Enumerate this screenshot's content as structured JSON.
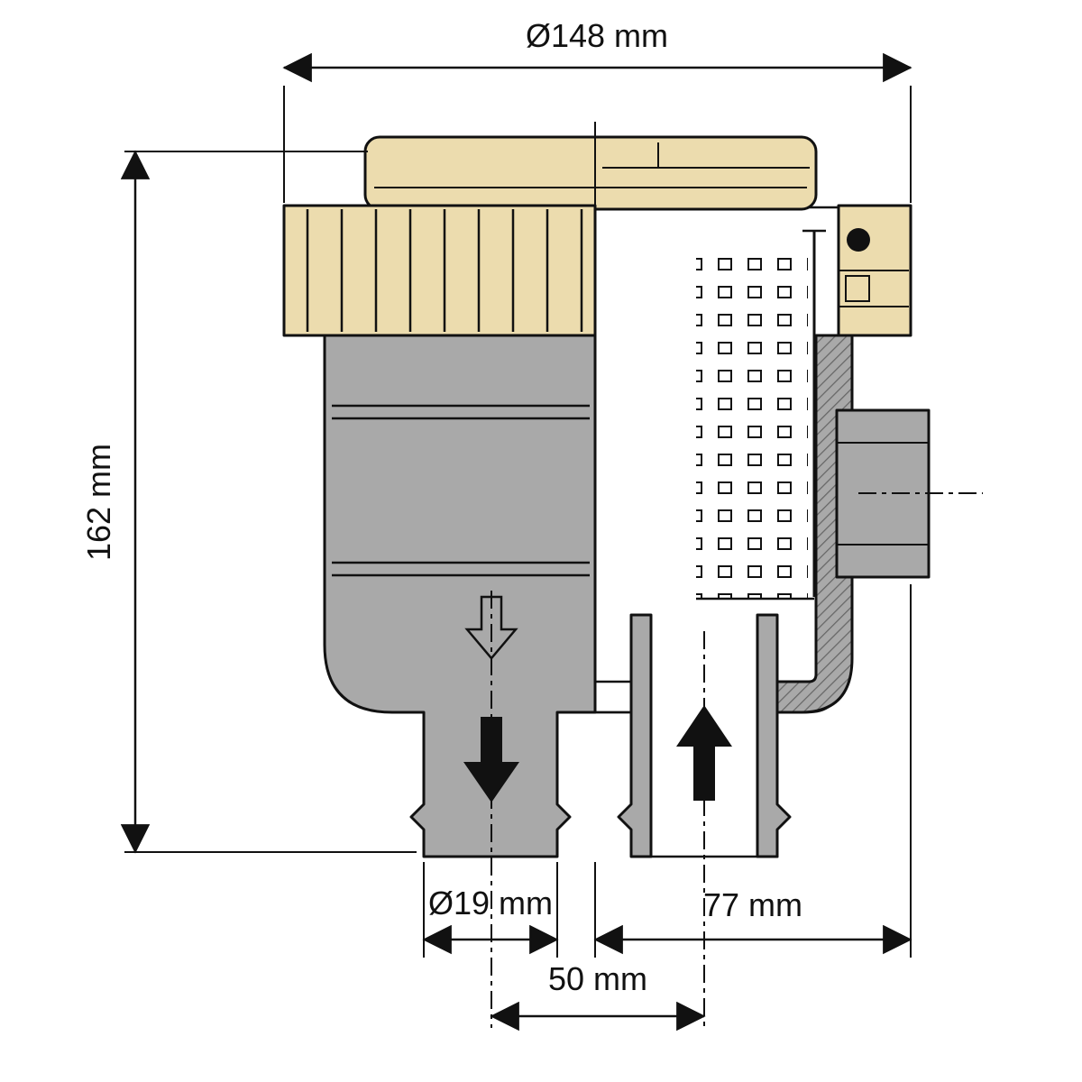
{
  "diagram": {
    "type": "technical-cross-section",
    "subject": "raw water strainer with hose connections, sectional view with dimensions",
    "labels": {
      "overall_width": "Ø148 mm",
      "overall_height": "162 mm",
      "hose_diameter": "Ø19 mm",
      "right_offset": "77 mm",
      "center_spacing": "50 mm"
    },
    "colors": {
      "lid": "#ecdcae",
      "body_grey": "#a9a9a9",
      "water_blue": "#7fd2ee",
      "line": "#111111",
      "background": "#ffffff"
    }
  }
}
